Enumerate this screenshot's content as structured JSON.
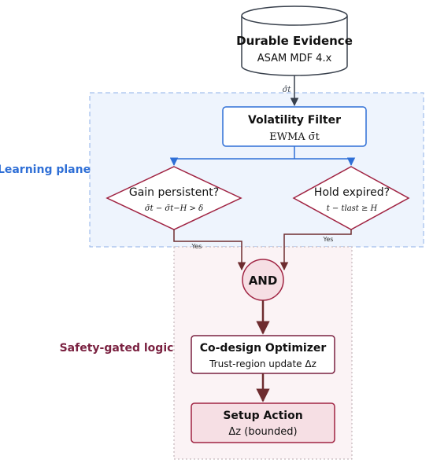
{
  "colors": {
    "learning_plane": "#2f6fd6",
    "learning_fill": "#eef4fd",
    "safety_plane": "#7a2140",
    "safety_fill": "#fbf3f5",
    "diamond_stroke": "#a02342",
    "node_fill_pink": "#f6dfe4",
    "arrow_brown": "#6e2c2f",
    "slate": "#38404c"
  },
  "planes": {
    "learning_label": "Learning plane",
    "safety_label": "Safety-gated logic"
  },
  "nodes": {
    "evidence": {
      "title": "Durable Evidence",
      "subtitle": "ASAM MDF 4.x"
    },
    "evidence_edge_label": "σ̂t",
    "filter": {
      "title": "Volatility Filter",
      "subtitle": "EWMA σ̄t"
    },
    "gain": {
      "title": "Gain persistent?",
      "formula": "σ̄t − σ̄t−H > δ",
      "edge_label": "Yes"
    },
    "hold": {
      "title": "Hold expired?",
      "formula": "t − tlast ≥ H",
      "edge_label": "Yes"
    },
    "and_gate": {
      "label": "AND"
    },
    "optimizer": {
      "title": "Co-design Optimizer",
      "subtitle": "Trust-region update Δz"
    },
    "action": {
      "title": "Setup Action",
      "subtitle": "Δz (bounded)"
    }
  }
}
